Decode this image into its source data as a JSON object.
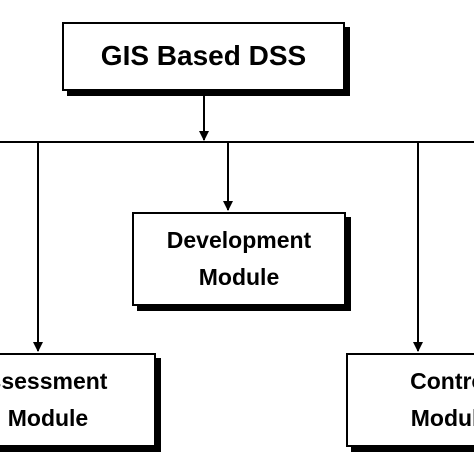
{
  "diagram": {
    "root": {
      "label": "GIS Based DSS"
    },
    "modules": [
      {
        "line1": "Development",
        "line2": "Module"
      },
      {
        "line1": "ssessment",
        "line2": "Module"
      },
      {
        "line1": "Control",
        "line2": "Module"
      }
    ]
  }
}
